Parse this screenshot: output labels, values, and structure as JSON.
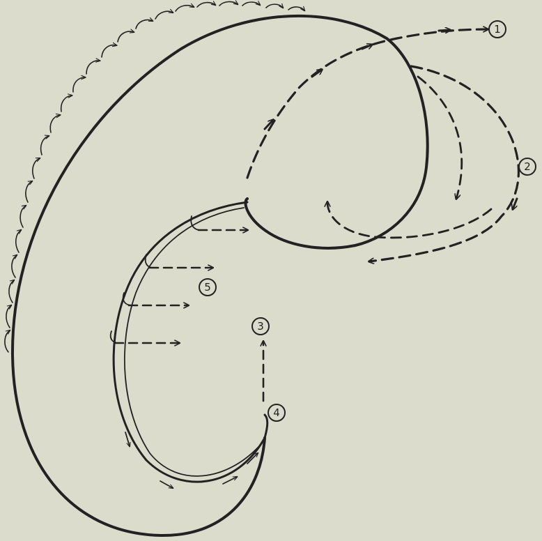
{
  "background_color": "#dcdccd",
  "stroke_color": "#222222",
  "labels": {
    "l1": "1",
    "l2": "2",
    "l3": "3",
    "l4": "4",
    "l5": "5"
  }
}
